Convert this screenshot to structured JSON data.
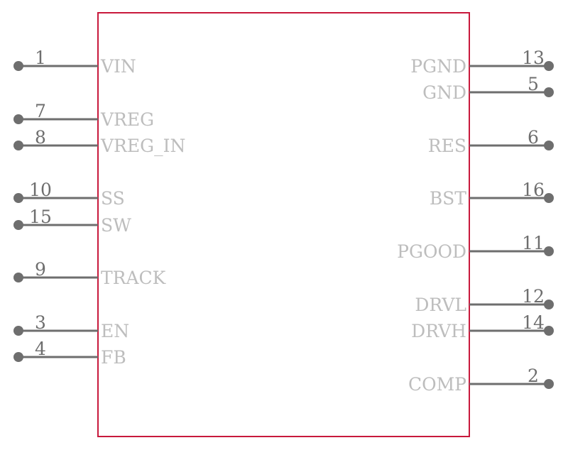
{
  "colors": {
    "body_outline": "#c8193c",
    "pin": "#6e6e6e",
    "pin_name": "#bdbdbd",
    "background": "#ffffff"
  },
  "left_pins": [
    {
      "number": "1",
      "name": "VIN"
    },
    {
      "number": "7",
      "name": "VREG"
    },
    {
      "number": "8",
      "name": "VREG_IN"
    },
    {
      "number": "10",
      "name": "SS"
    },
    {
      "number": "15",
      "name": "SW"
    },
    {
      "number": "9",
      "name": "TRACK"
    },
    {
      "number": "3",
      "name": "EN"
    },
    {
      "number": "4",
      "name": "FB"
    }
  ],
  "right_pins": [
    {
      "number": "13",
      "name": "PGND"
    },
    {
      "number": "5",
      "name": "GND"
    },
    {
      "number": "6",
      "name": "RES"
    },
    {
      "number": "16",
      "name": "BST"
    },
    {
      "number": "11",
      "name": "PGOOD"
    },
    {
      "number": "12",
      "name": "DRVL"
    },
    {
      "number": "14",
      "name": "DRVH"
    },
    {
      "number": "2",
      "name": "COMP"
    }
  ]
}
